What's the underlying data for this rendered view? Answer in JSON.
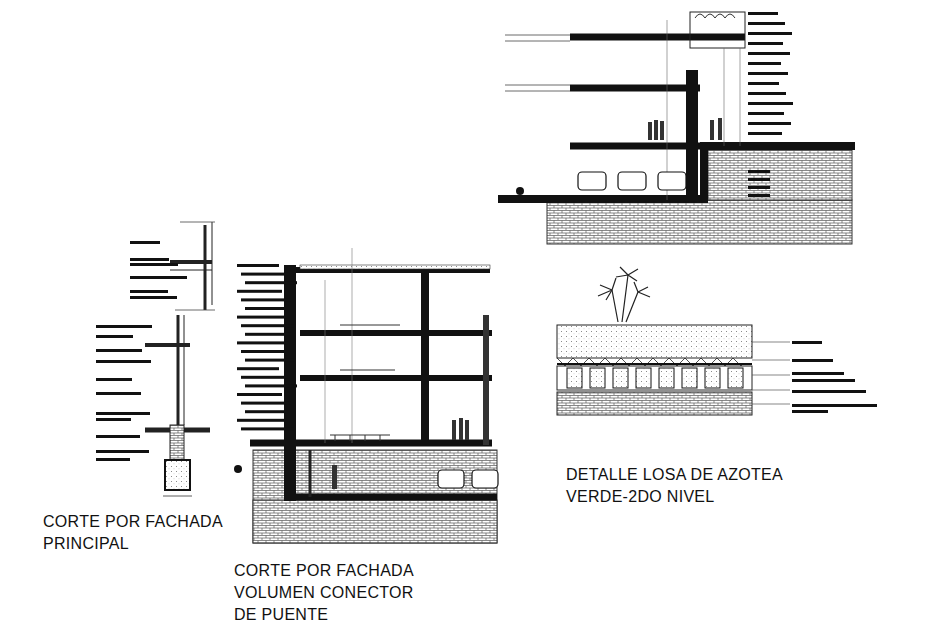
{
  "diagram": {
    "labels": [
      "CORTE POR FACHADA PRINCIPAL",
      "CORTE POR FACHADA VOLUMEN CONECTOR DE PUENTE",
      "DETALLE LOSA DE AZOTEA VERDE-2DO NIVEL"
    ]
  }
}
